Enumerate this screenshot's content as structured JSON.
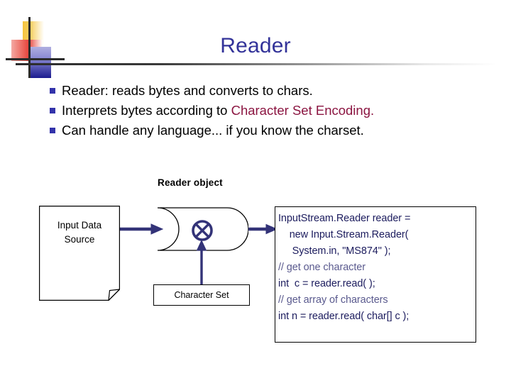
{
  "slide": {
    "title": "Reader",
    "bullets": [
      {
        "pre": "Reader: reads bytes and converts to chars.",
        "highlight": "",
        "post": ""
      },
      {
        "pre": "Interprets bytes according to ",
        "highlight": "Character Set Encoding.",
        "post": ""
      },
      {
        "pre": "Can handle any language... if you know the charset.",
        "highlight": "",
        "post": ""
      }
    ],
    "diagram": {
      "reader_object_label": "Reader object",
      "input_source_line1": "Input Data",
      "input_source_line2": "Source",
      "charset_label": "Character Set",
      "xor_icon": "circled-x-icon",
      "document_icon": "document-shape-icon",
      "pipe_icon": "pipe-shape-icon"
    },
    "code": {
      "lines": [
        {
          "text": "InputStream.Reader reader =",
          "kind": "code"
        },
        {
          "text": "    new Input.Stream.Reader(",
          "kind": "code"
        },
        {
          "text": "     System.in, \"MS874\" );",
          "kind": "code"
        },
        {
          "text": "// get one character",
          "kind": "comment"
        },
        {
          "text": "int  c = reader.read( );",
          "kind": "code"
        },
        {
          "text": "// get array of characters",
          "kind": "comment"
        },
        {
          "text": "int n = reader.read( char[] c );",
          "kind": "code"
        }
      ]
    },
    "colors": {
      "title": "#333399",
      "bullet_marker": "#3333AA",
      "highlight_text": "#8B1541",
      "arrow": "#333378",
      "code_text": "#1C1C5E",
      "comment_text": "#5A5A8E"
    }
  }
}
